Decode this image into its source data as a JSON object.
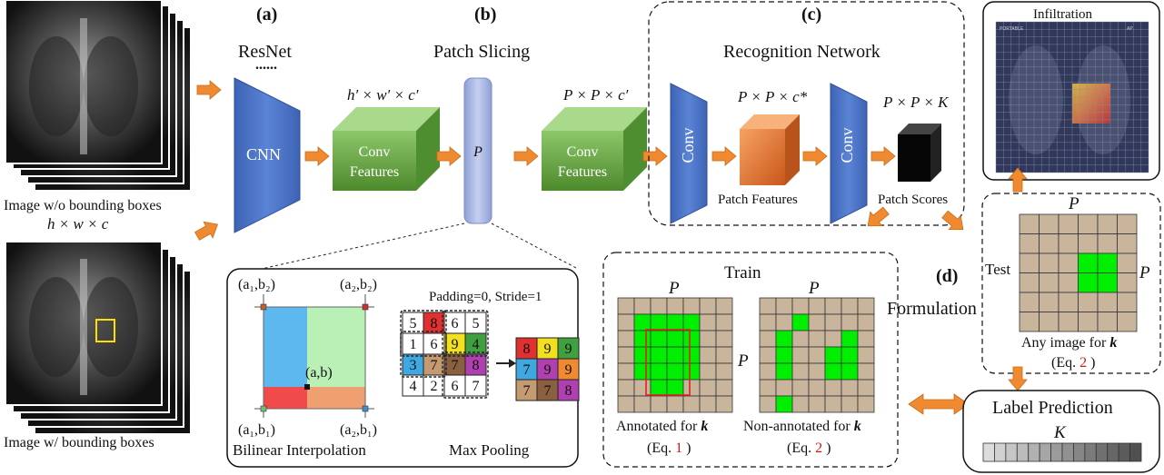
{
  "labels": {
    "a": "(a)",
    "b": "(b)",
    "c": "(c)",
    "d": "(d)",
    "resnet": "ResNet",
    "resnet_dots": "......",
    "patch_slicing": "Patch Slicing",
    "recognition_network": "Recognition Network",
    "cnn": "CNN",
    "conv_features_1": "Conv",
    "conv_features_2": "Features",
    "conv_features_b1": "Conv",
    "conv_features_b2": "Features",
    "conv": "Conv",
    "conv2": "Conv",
    "p": "P",
    "dim_hwc_prime": "h′ × w′ × c′",
    "dim_ppc_prime": "P × P × c′",
    "dim_ppc_star": "P × P × c*",
    "dim_ppk": "P × P × K",
    "patch_features": "Patch Features",
    "patch_scores": "Patch Scores",
    "image_wo_bbox": "Image w/o bounding boxes",
    "dim_hwc": "h × w × c",
    "image_w_bbox": "Image w/ bounding boxes",
    "infiltration": "Infiltration",
    "xray_text_left": "PORTABLE",
    "xray_text_right": "AP",
    "train": "Train",
    "test": "Test",
    "formulation": "Formulation",
    "annotated_prefix": "Annotated for ",
    "non_annotated_prefix": "Non-annotated for ",
    "k": "k",
    "eq_open": "(Eq. ",
    "eq_close": " )",
    "eq1": "1",
    "eq2": "2",
    "any_image_prefix": "Any image for ",
    "label_prediction": "Label Prediction",
    "K": "K",
    "padding_stride": "Padding=0, Stride=1",
    "bilinear": "Bilinear Interpolation",
    "max_pooling": "Max Pooling",
    "a1b2": "(a₁,b₂)",
    "a2b2": "(a₂,b₂)",
    "a1b1": "(a₁,b₁)",
    "a2b1": "(a₂,b₁)",
    "ab": "(a,b)"
  },
  "maxpool_input": [
    [
      "5",
      "8",
      "6",
      "5"
    ],
    [
      "1",
      "6",
      "9",
      "4"
    ],
    [
      "3",
      "7",
      "7",
      "8"
    ],
    [
      "4",
      "2",
      "6",
      "7"
    ]
  ],
  "maxpool_output": [
    [
      "8",
      "9",
      "9"
    ],
    [
      "7",
      "9",
      "9"
    ],
    [
      "7",
      "7",
      "8"
    ]
  ],
  "colors": {
    "cnn_blue": "#4a72c4",
    "conv_green": "#6fae47",
    "orange_arrow": "#f08a30",
    "patch_bar": "#a9b7e4",
    "patch_feature_orange": "#e8722a",
    "grid_tan": "#c9b49c",
    "grid_green": "#00ee00",
    "annotation_red": "#e02020"
  }
}
